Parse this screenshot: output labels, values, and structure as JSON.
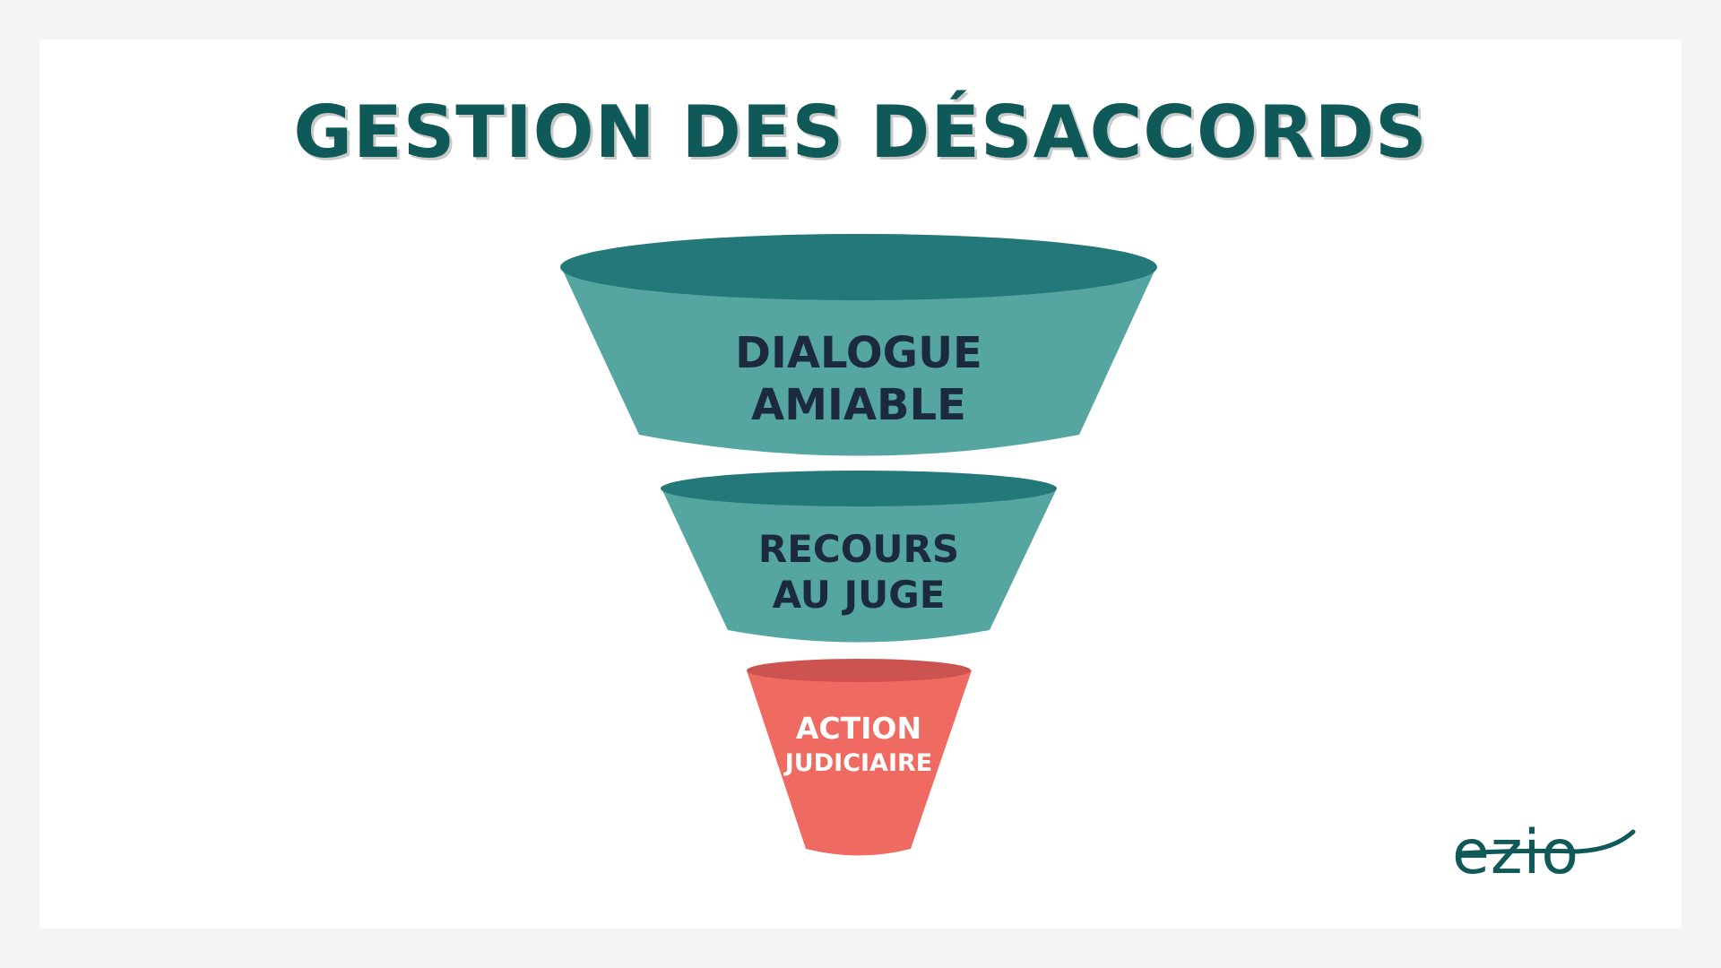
{
  "title": "GESTION DES DÉSACCORDS",
  "colors": {
    "teal_body": "#55a5a0",
    "teal_top": "#23797a",
    "red_body": "#ef6a60",
    "red_top": "#cd5350",
    "dark_text": "#1b2a3e",
    "title_color": "#0f5a58"
  },
  "stages": [
    {
      "line1": "DIALOGUE",
      "line2": "AMIABLE"
    },
    {
      "line1": "RECOURS",
      "line2": "AU JUGE"
    },
    {
      "line1": "ACTION",
      "line2": "JUDICIAIRE"
    }
  ],
  "logo": {
    "text": "ezio"
  }
}
